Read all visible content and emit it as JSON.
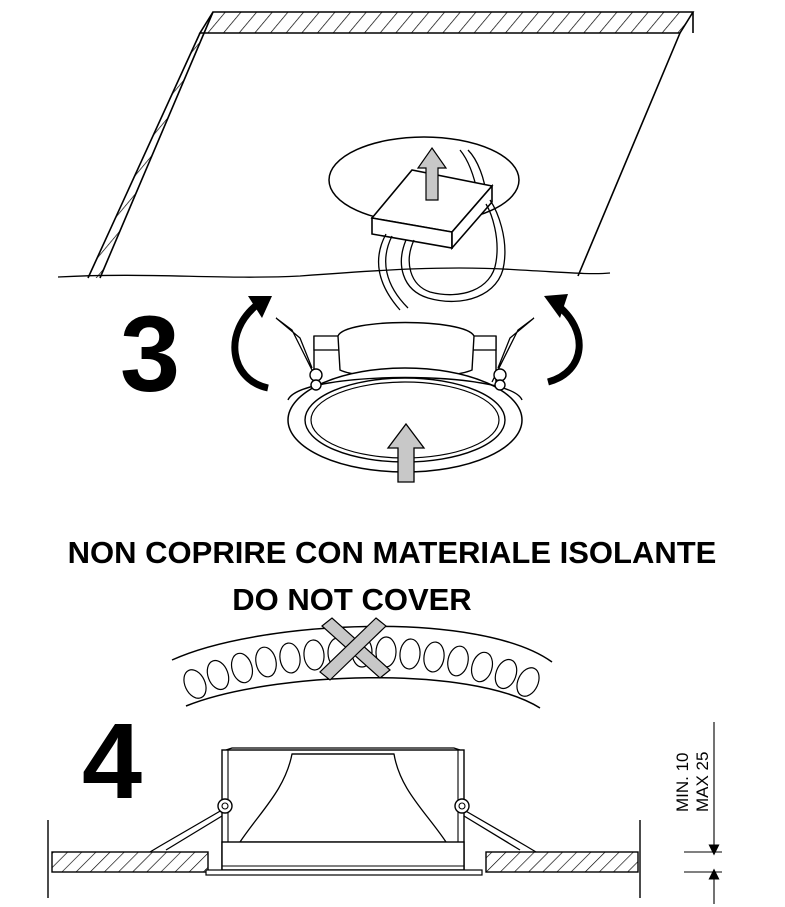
{
  "steps": {
    "three": "3",
    "four": "4"
  },
  "warning": {
    "line1": "NON COPRIRE CON MATERIALE ISOLANTE",
    "line2": "DO NOT COVER"
  },
  "dimensions": {
    "min": "MIN. 10",
    "max": "MAX 25"
  },
  "colors": {
    "ink": "#000000",
    "arrow_fill": "#c8c8c8",
    "background": "#ffffff"
  },
  "icons": {
    "insert_arrow": "up-arrow-icon",
    "rotate_left": "curved-arrow-left-icon",
    "rotate_right": "curved-arrow-right-icon",
    "prohibited": "cross-icon"
  }
}
